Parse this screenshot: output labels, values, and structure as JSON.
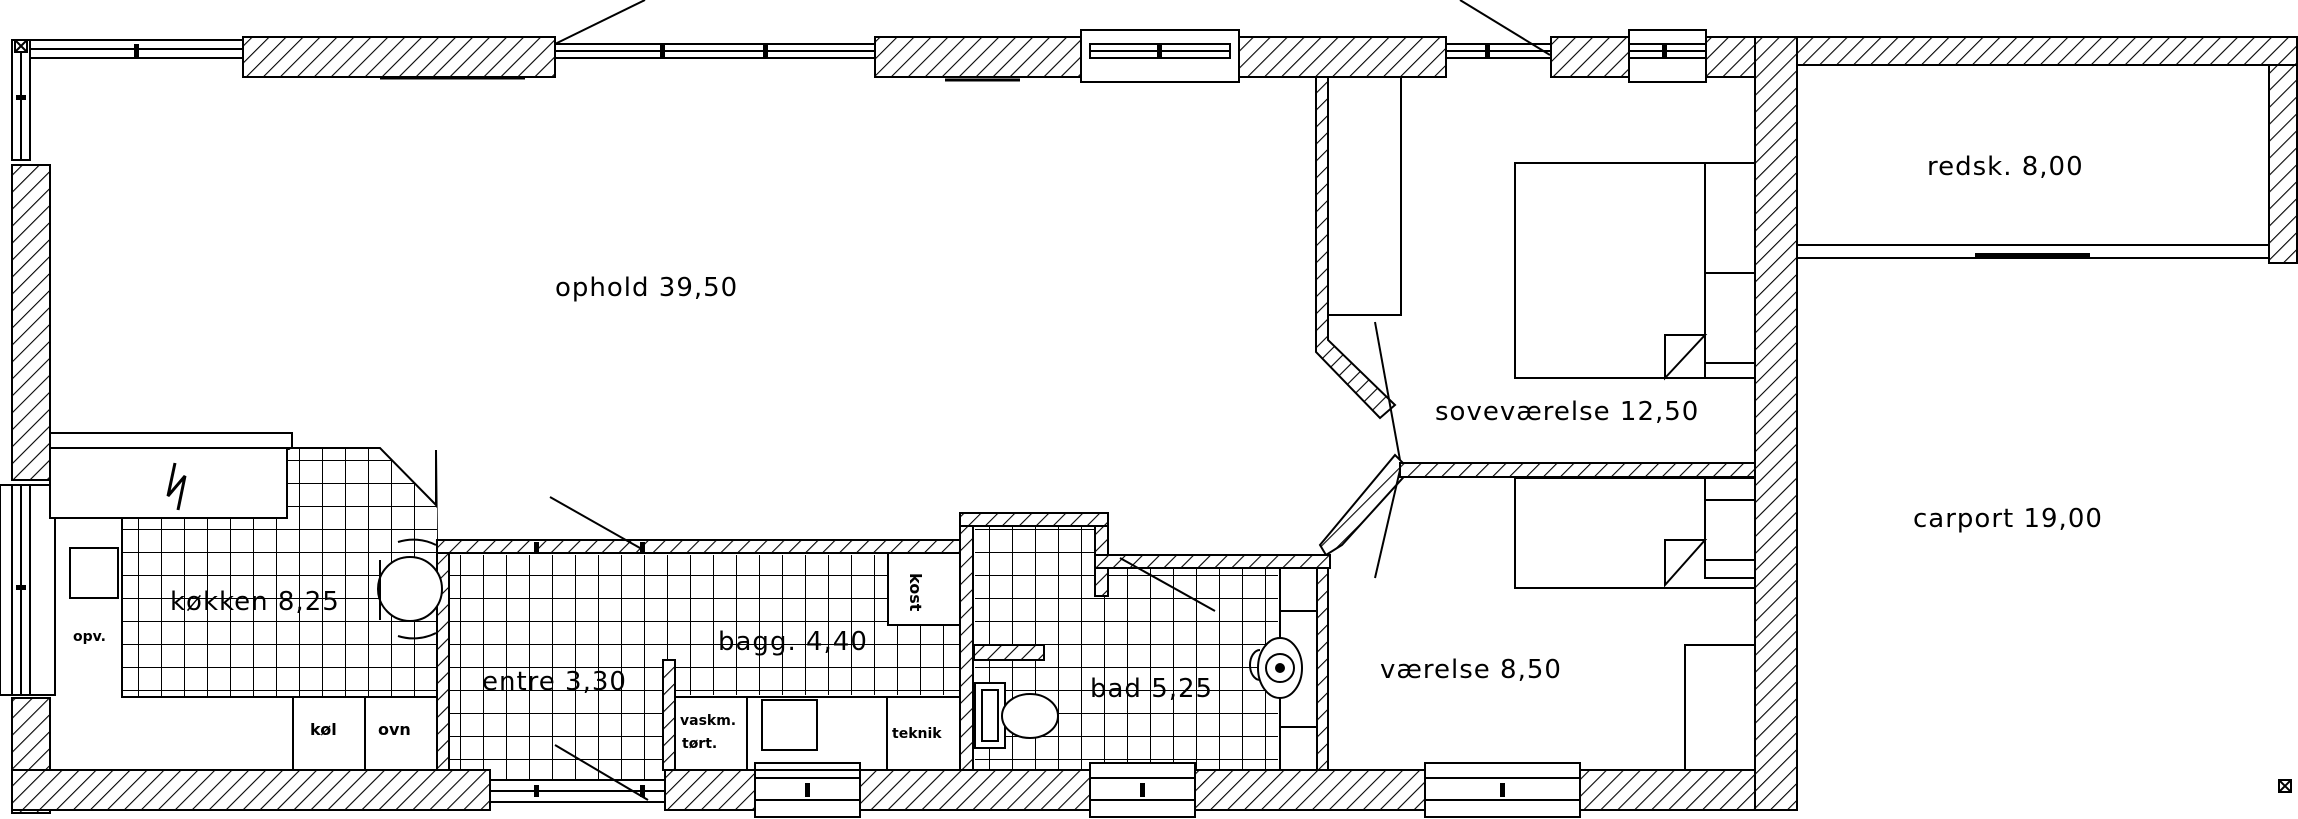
{
  "plan": {
    "rooms": {
      "ophold": "ophold 39,50",
      "sovevaerelse": "soveværelse 12,50",
      "redsk": "redsk. 8,00",
      "carport": "carport 19,00",
      "kokken": "køkken 8,25",
      "bagg": "bagg. 4,40",
      "entre": "entre 3,30",
      "bad": "bad 5,25",
      "vaerelse": "værelse 8,50"
    },
    "fixtures": {
      "opv": "opv.",
      "kol": "køl",
      "ovn": "ovn",
      "kost": "kost",
      "vaskm": "vaskm.",
      "tort": "tørt.",
      "teknik": "teknik"
    },
    "colors": {
      "line": "#000000",
      "background": "#ffffff"
    }
  }
}
